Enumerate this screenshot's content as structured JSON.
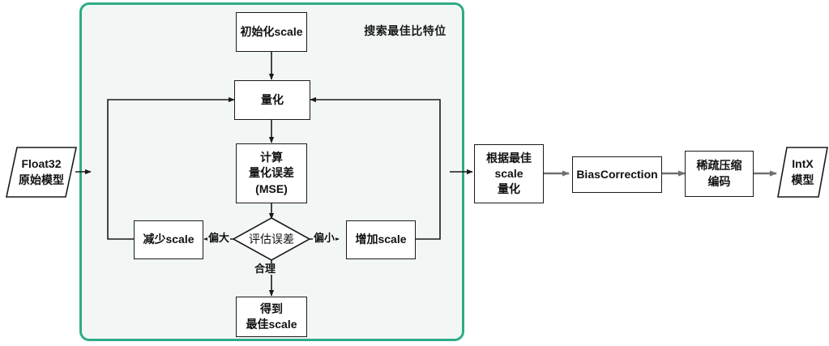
{
  "diagram": {
    "title": "",
    "type": "flowchart",
    "colors": {
      "group_border": "#2eab86",
      "group_fill": "#f2f7f5",
      "node_border": "#1a1a1a",
      "node_fill": "#ffffff",
      "arrow_dark": "#1a1a1a",
      "arrow_gray": "#777777",
      "page_background": "#ffffff"
    },
    "group": {
      "label": "搜索最佳比特位"
    },
    "nodes": {
      "input_model": {
        "line1": "Float32",
        "line2": "原始模型",
        "shape": "parallelogram"
      },
      "init_scale": {
        "line1": "初始化scale",
        "shape": "rect"
      },
      "quantize": {
        "line1": "量化",
        "shape": "rect"
      },
      "compute_error": {
        "line1": "计算",
        "line2": "量化误差",
        "line3": "(MSE)",
        "shape": "rect"
      },
      "decrease_scale": {
        "line1": "减少scale",
        "shape": "rect"
      },
      "evaluate_error": {
        "line1": "评估误差",
        "shape": "diamond"
      },
      "increase_scale": {
        "line1": "增加scale",
        "shape": "rect"
      },
      "best_scale": {
        "line1": "得到",
        "line2": "最佳scale",
        "shape": "rect"
      },
      "quantize_with_best": {
        "line1": "根据最佳",
        "line2": "scale",
        "line3": "量化",
        "shape": "rect"
      },
      "bias_correction": {
        "line1": "BiasCorrection",
        "shape": "rect"
      },
      "sparse_encode": {
        "line1": "稀疏压缩",
        "line2": "编码",
        "shape": "rect"
      },
      "output_model": {
        "line1": "IntX",
        "line2": "模型",
        "shape": "parallelogram"
      }
    },
    "edge_labels": {
      "too_large": "偏大",
      "too_small": "偏小",
      "reasonable": "合理"
    }
  }
}
